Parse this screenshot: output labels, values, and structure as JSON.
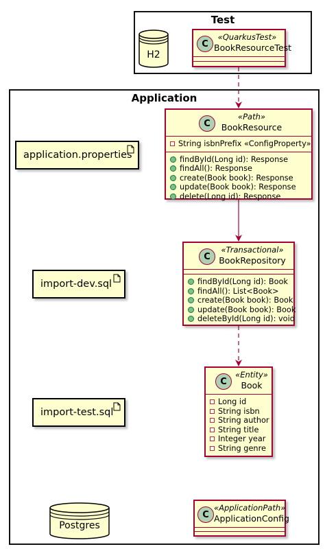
{
  "packages": {
    "test": {
      "title": "Test"
    },
    "application": {
      "title": "Application"
    }
  },
  "databases": {
    "h2": "H2",
    "postgres": "Postgres"
  },
  "artifacts": {
    "application_properties": "application.properties",
    "import_dev": "import-dev.sql",
    "import_test": "import-test.sql"
  },
  "classes": {
    "book_resource_test": {
      "stereotype": "«QuarkusTest»",
      "name": "BookResourceTest",
      "icon": "C"
    },
    "book_resource": {
      "stereotype": "«Path»",
      "name": "BookResource",
      "icon": "C",
      "fields": [
        "String isbnPrefix «ConfigProperty»"
      ],
      "methods": [
        "findById(Long id): Response",
        "findAll(): Response",
        "create(Book book): Response",
        "update(Book book): Response",
        "delete(Long id): Response"
      ]
    },
    "book_repository": {
      "stereotype": "«Transactional»",
      "name": "BookRepository",
      "icon": "C",
      "methods": [
        "findById(Long id): Book",
        "findAll(): List<Book>",
        "create(Book book): Book",
        "update(Book book): Book",
        "deleteById(Long id): void"
      ]
    },
    "book": {
      "stereotype": "«Entity»",
      "name": "Book",
      "icon": "C",
      "fields": [
        "Long id",
        "String isbn",
        "String author",
        "String title",
        "Integer year",
        "String genre"
      ]
    },
    "application_config": {
      "stereotype": "«ApplicationPath»",
      "name": "ApplicationConfig",
      "icon": "C"
    }
  },
  "colors": {
    "class_fill": "#FEFECE",
    "class_border": "#A80036",
    "class_icon": "#ADD1B2",
    "public_marker": "#84BE84",
    "private_marker": "#C82930"
  }
}
